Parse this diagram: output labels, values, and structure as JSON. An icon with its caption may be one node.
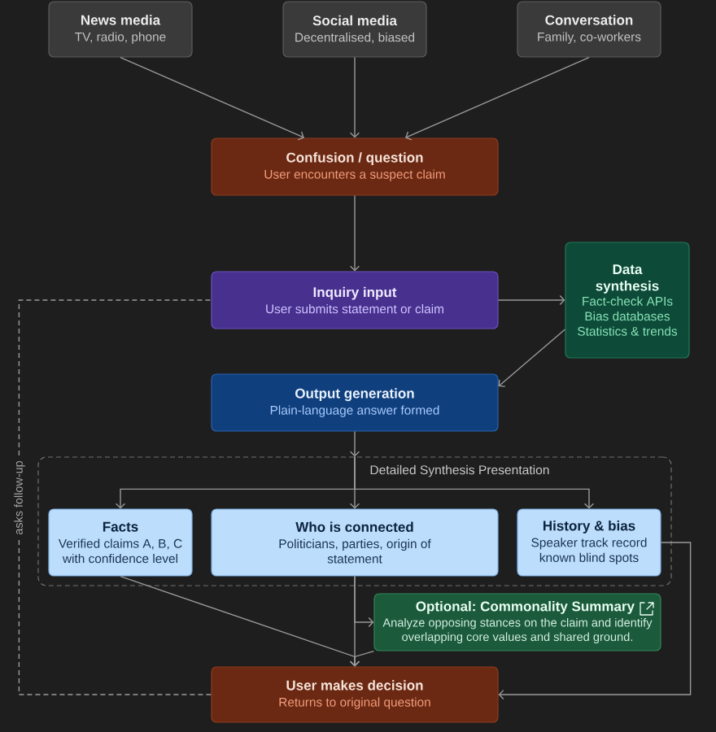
{
  "diagram": {
    "nodes": [
      {
        "text": [
          "News media",
          "TV, radio, phone"
        ]
      },
      {
        "text": [
          "Social media",
          "Decentralised, biased"
        ]
      },
      {
        "text": [
          "Conversation",
          "Family, co-workers"
        ]
      },
      {
        "text": [
          "Confusion / question",
          "User encounters a suspect claim"
        ]
      },
      {
        "text": [
          "Inquiry input",
          "User submits statement or claim"
        ]
      },
      {
        "text": [
          "Data synthesis",
          "Fact-check APIs",
          "Bias databases",
          "Statistics & trends"
        ]
      },
      {
        "text": [
          "Output generation",
          "Plain-language answer formed"
        ]
      },
      {
        "text": [
          "Detailed Synthesis Presentation"
        ]
      },
      {
        "text": [
          "Facts",
          "Verified claims A, B, C with confidence level"
        ],
        "in": 7
      },
      {
        "text": [
          "Who is connected",
          "Politicians, parties, origin of statement"
        ],
        "in": 7
      },
      {
        "text": [
          "History & bias",
          "Speaker track record known blind spots"
        ],
        "in": 7
      },
      {
        "text": [
          "Optional: Commonality Summary",
          "Analyze opposing stances on the claim and identify overlapping core values and shared ground."
        ]
      },
      {
        "text": [
          "User makes decision",
          "Returns to original question"
        ]
      }
    ],
    "edges": [
      {
        "from": 0,
        "to": 3,
        "arrow": "to"
      },
      {
        "from": 1,
        "to": 3,
        "arrow": "to"
      },
      {
        "from": 2,
        "to": 3,
        "arrow": "to"
      },
      {
        "from": 3,
        "to": 4,
        "arrow": "to"
      },
      {
        "from": 4,
        "to": 5,
        "arrow": "to"
      },
      {
        "from": 5,
        "to": 6,
        "arrow": "to"
      },
      {
        "from": 6,
        "to": 7,
        "arrow": "to"
      },
      {
        "from": 7,
        "to": 8,
        "arrow": "to"
      },
      {
        "from": 7,
        "to": 9,
        "arrow": "to"
      },
      {
        "from": 7,
        "to": 10,
        "arrow": "to"
      },
      {
        "from": 8,
        "to": 12,
        "arrow": "to"
      },
      {
        "from": 9,
        "to": 12,
        "arrow": "to"
      },
      {
        "from": 10,
        "to": 12,
        "arrow": "to"
      },
      {
        "from": 9,
        "to": 11,
        "arrow": "to"
      },
      {
        "from": 11,
        "to": 12,
        "arrow": "to"
      },
      {
        "from": 12,
        "to": 4,
        "arrow": "none",
        "style": "dashed",
        "label": "asks follow-up"
      }
    ]
  }
}
